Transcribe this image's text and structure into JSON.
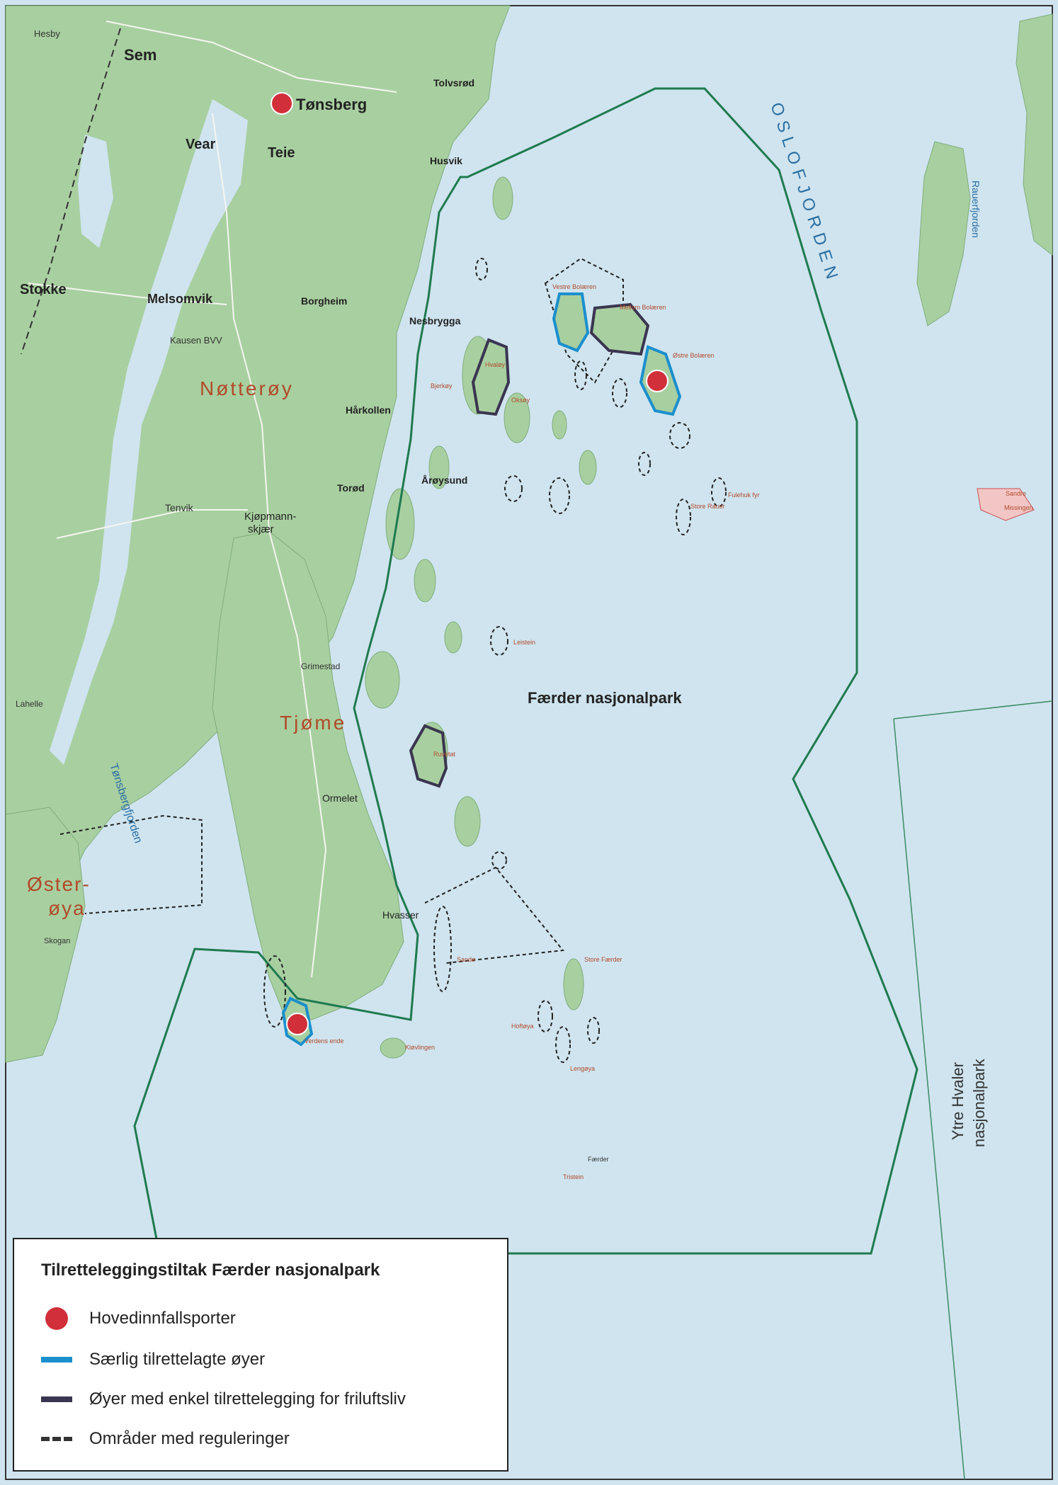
{
  "labels": {
    "hesby": "Hesby",
    "sem": "Sem",
    "tonsberg": "Tønsberg",
    "tolvsrod": "Tolvsrød",
    "vear": "Vear",
    "teie": "Teie",
    "husvik": "Husvik",
    "stokke": "Stokke",
    "melsomvik": "Melsomvik",
    "borgheim": "Borgheim",
    "kausen": "Kausen BVV",
    "notteroy": "Nøtterøy",
    "harkollen": "Hårkollen",
    "nesbrygga": "Nesbrygga",
    "torod": "Torød",
    "aroysund": "Årøysund",
    "tenvik": "Tenvik",
    "kjopmannskjaer1": "Kjøpmann-",
    "kjopmannskjaer2": "skjær",
    "tjome": "Tjøme",
    "grimestad": "Grimestad",
    "ormelet": "Ormelet",
    "hvasser": "Hvasser",
    "oster1": "Øster-",
    "oster2": "øya",
    "skogan": "Skogan",
    "lahelle": "Lahelle",
    "tonsbergfjorden": "Tønsbergfjorden",
    "oslofjorden": "OSLOFJORDEN",
    "rauerfjorden": "Rauerfjorden",
    "park": "Færder nasjonalpark",
    "ytre1": "Ytre Hvaler",
    "ytre2": "nasjonalpark",
    "vestre_bolaerne": "Vestre Bolæren",
    "mellom_bolaerne": "Mellom Bolæren",
    "ostre_bolaerne": "Østre Bolæren",
    "store_faerder": "Store Færder",
    "sandoy": "Sandø",
    "hoftoya": "Hoftøya",
    "lengoya": "Lengøya",
    "tristein": "Tristein",
    "faerder": "Færder",
    "verdens_ende": "Verdens ende",
    "kjovlingen": "Kløvlingen",
    "fulehuk": "Fulehuk fyr",
    "store_rauer": "Store Rauer",
    "sandre": "Sandre",
    "missingen": "Missingen",
    "hvaloy": "Hvaløy",
    "oksoy": "Oksøy",
    "leistein": "Leistein",
    "ruvetat": "Ruvetat",
    "bjerkoy": "Bjerkøy"
  },
  "colors": {
    "sea": "#cfe4ef",
    "land": "#a8cfa0",
    "park_line": "#1f7a4f",
    "entry": "#d12f3a",
    "special": "#1b8fcc",
    "simple": "#3a3550",
    "place": "#b24a2a"
  },
  "legend": {
    "title": "Tilretteleggingstiltak Færder nasjonalpark",
    "items": [
      {
        "key": "entry",
        "label": "Hovedinnfallsporter",
        "icon": "red-dot-icon"
      },
      {
        "key": "special",
        "label": "Særlig tilrettelagte øyer",
        "icon": "blue-line-icon"
      },
      {
        "key": "simple",
        "label": "Øyer med enkel tilrettelegging for friluftsliv",
        "icon": "dark-line-icon"
      },
      {
        "key": "regulated",
        "label": "Områder med reguleringer",
        "icon": "dashed-line-icon"
      }
    ]
  }
}
